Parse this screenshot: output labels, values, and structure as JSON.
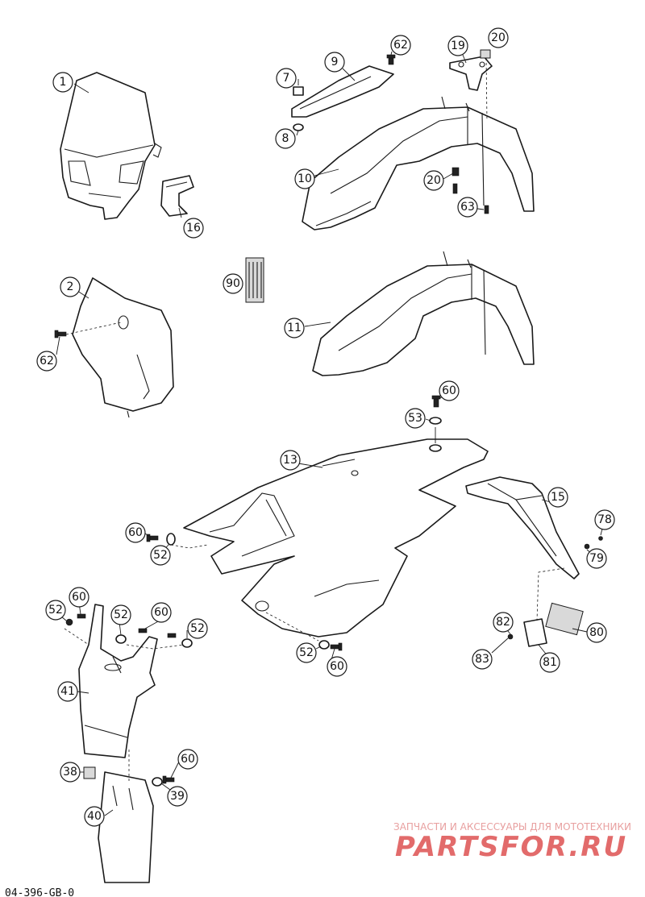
{
  "callouts": [
    "1",
    "16",
    "2",
    "62",
    "90",
    "7",
    "8",
    "9",
    "62",
    "19",
    "20",
    "10",
    "20",
    "63",
    "11",
    "60",
    "53",
    "13",
    "15",
    "78",
    "79",
    "60",
    "52",
    "52",
    "60",
    "52",
    "60",
    "52",
    "41",
    "38",
    "60",
    "39",
    "40",
    "82",
    "80",
    "83",
    "81",
    "52",
    "60"
  ],
  "watermark": {
    "line1": "ЗАПЧАСТИ И АКСЕССУАРЫ ДЛЯ МОТОТЕХНИКИ",
    "line2": "PARTSFOR.RU",
    "color": "#e26b6b"
  },
  "figure_code": "04-396-GB-0"
}
